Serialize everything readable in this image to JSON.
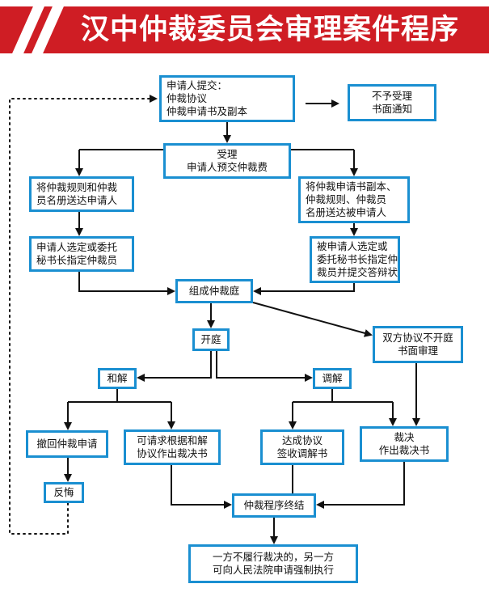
{
  "title": "汉中仲裁委员会审理案件程序",
  "colors": {
    "banner": "#cf1d24",
    "box_border": "#1a8fd1",
    "arrow": "#111111"
  },
  "nodes": {
    "apply": [
      "申请人提交：",
      "仲裁协议",
      "仲裁申请书及副本"
    ],
    "reject": [
      "不予受理",
      "书面通知"
    ],
    "accept": [
      "受理",
      "申请人预交仲裁费"
    ],
    "send_rules_applicant": [
      "将仲裁规则和仲裁",
      "员名册送达申请人"
    ],
    "send_to_respondent": [
      "将仲裁申请书副本、",
      "仲裁规则、仲裁员",
      "名册送达被申请人"
    ],
    "applicant_select": [
      "申请人选定或委托",
      "秘书长指定仲裁员"
    ],
    "respondent_select": [
      "被申请人选定或",
      "委托秘书长指定仲",
      "裁员并提交答辩状"
    ],
    "tribunal": [
      "组成仲裁庭"
    ],
    "hearing": [
      "开庭"
    ],
    "written_review": [
      "双方协议不开庭",
      "书面审理"
    ],
    "settlement": [
      "和解"
    ],
    "mediation": [
      "调解"
    ],
    "withdraw": [
      "撤回仲裁申请"
    ],
    "award_on_settlement": [
      "可请求根据和解",
      "协议作出裁决书"
    ],
    "mediation_agreement": [
      "达成协议",
      "签收调解书"
    ],
    "award": [
      "裁决",
      "作出裁决书"
    ],
    "repent": [
      "反悔"
    ],
    "end": [
      "仲裁程序终结"
    ],
    "enforce": [
      "一方不履行裁决的，另一方",
      "可向人民法院申请强制执行"
    ]
  }
}
